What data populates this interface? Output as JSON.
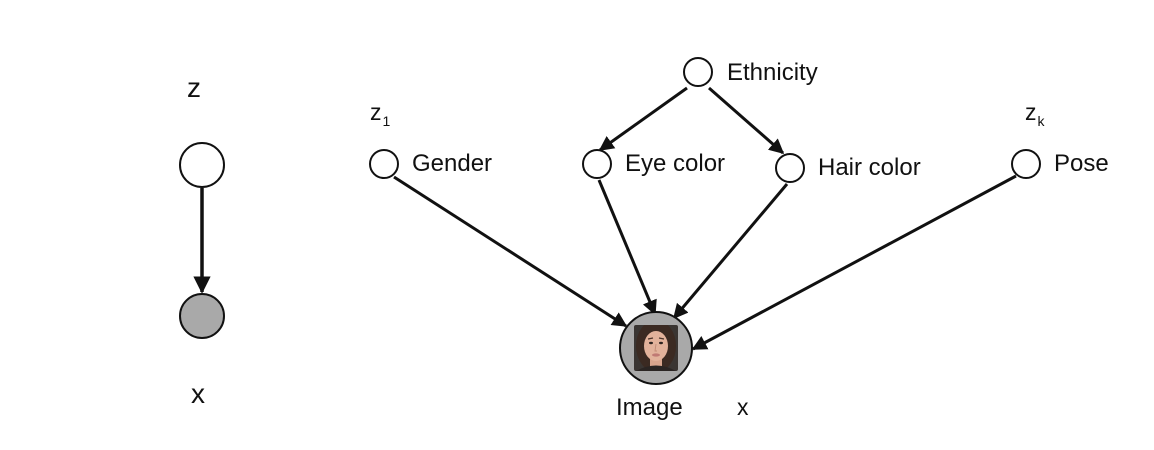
{
  "simple_model": {
    "latent_label": "z",
    "observed_label": "x",
    "observed_fill": "#a9a9a9"
  },
  "factor_model": {
    "first_factor": {
      "symbol": "z",
      "subscript": "1"
    },
    "last_factor": {
      "symbol": "z",
      "subscript": "k"
    },
    "nodes": {
      "ethnicity": "Ethnicity",
      "gender": "Gender",
      "eye_color": "Eye color",
      "hair_color": "Hair color",
      "pose": "Pose"
    },
    "image_caption": "Image",
    "image_variable": "x",
    "image_node_fill": "#a9a9a9",
    "image_content": "face-photo-icon"
  }
}
